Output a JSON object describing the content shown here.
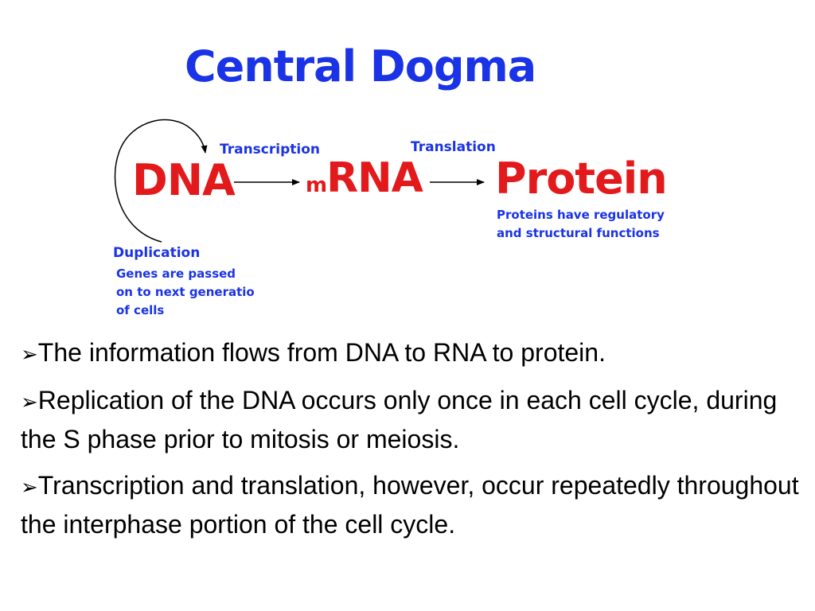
{
  "colors": {
    "blue": "#1a33e6",
    "red": "#e31a1c",
    "black": "#000000"
  },
  "title": "Central Dogma",
  "diagram": {
    "dna": "DNA",
    "mrna_prefix": "m",
    "mrna_main": "RNA",
    "protein": "Protein",
    "transcription": "Transcription",
    "translation": "Translation",
    "duplication": "Duplication",
    "protein_note": [
      "Proteins have regulatory",
      "and structural functions"
    ],
    "duplication_note": [
      "Genes are passed",
      "on to next generatio",
      "of cells"
    ]
  },
  "bullets": [
    "The information flows from DNA to RNA to protein.",
    "Replication of the DNA occurs only once in each cell cycle, during the S phase prior to mitosis or meiosis.",
    "Transcription and translation, however, occur repeatedly throughout the interphase portion of the cell cycle."
  ],
  "bullet_symbol": "➢"
}
